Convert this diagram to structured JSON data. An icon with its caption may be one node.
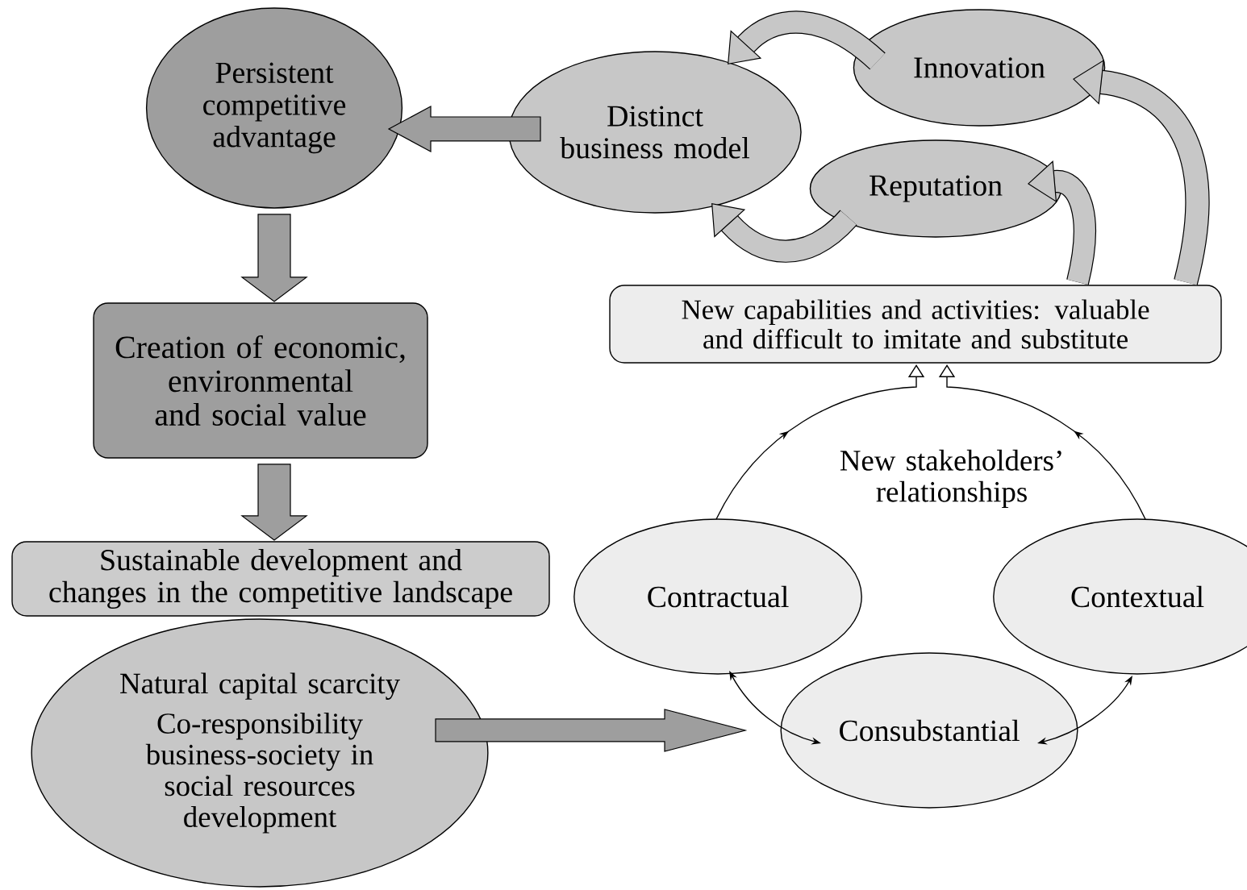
{
  "diagram": {
    "nodes": [
      {
        "text": [
          "Persistent competitive advantage"
        ]
      },
      {
        "text": [
          "Distinct business model"
        ]
      },
      {
        "text": [
          "Innovation"
        ]
      },
      {
        "text": [
          "Reputation"
        ]
      },
      {
        "text": [
          "New capabilities and activities: valuable and difficult to imitate and substitute"
        ]
      },
      {
        "text": [
          "Creation of economic, environmental and social value"
        ]
      },
      {
        "text": [
          "Sustainable development and changes in the competitive landscape"
        ]
      },
      {
        "text": [
          "Natural capital scarcity",
          "Co-responsibility business-society in social resources development"
        ]
      },
      {
        "text": [
          "Contractual"
        ]
      },
      {
        "text": [
          "Contextual"
        ]
      },
      {
        "text": [
          "Consubstantial"
        ]
      }
    ],
    "edges": [
      {
        "from": 1,
        "to": 0,
        "arrow": "to",
        "style": "thick"
      },
      {
        "from": 0,
        "to": 5,
        "arrow": "to",
        "style": "thick"
      },
      {
        "from": 5,
        "to": 6,
        "arrow": "to",
        "style": "thick"
      },
      {
        "from": 2,
        "to": 1,
        "arrow": "to",
        "style": "thick"
      },
      {
        "from": 3,
        "to": 1,
        "arrow": "to",
        "style": "thick"
      },
      {
        "from": 4,
        "to": 3,
        "arrow": "to",
        "style": "thick"
      },
      {
        "from": 4,
        "to": 2,
        "arrow": "to",
        "style": "thick"
      },
      {
        "from": 7,
        "to": null,
        "arrow": "to",
        "style": "thick"
      },
      {
        "from": 8,
        "to": 4,
        "arrow": "to"
      },
      {
        "from": 9,
        "to": 4,
        "arrow": "to"
      },
      {
        "from": 8,
        "to": 10,
        "arrow": "both"
      },
      {
        "from": 10,
        "to": 9,
        "arrow": "both"
      }
    ],
    "labels": [
      "New stakeholders’ relationships"
    ]
  }
}
